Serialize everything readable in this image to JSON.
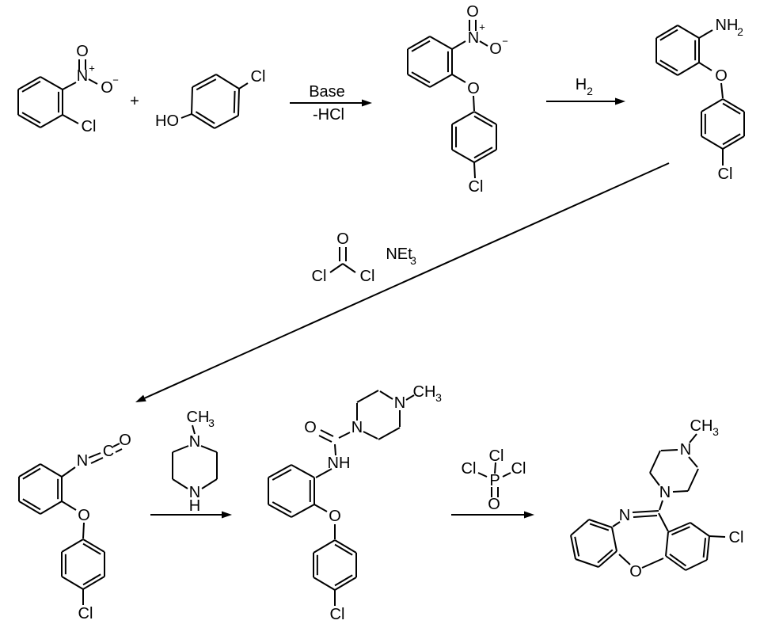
{
  "figure_type": "reaction-scheme",
  "colors": {
    "line": "#000000",
    "background": "#ffffff"
  },
  "reaction": {
    "plus": "+",
    "step1": {
      "above": "Base",
      "below": "-HCl"
    },
    "step2": {
      "reagent": "H",
      "reagent_sub": "2"
    },
    "step3": {
      "amine": "NEt",
      "amine_sub": "3"
    }
  },
  "molecules": {
    "chloronitrobenzene": {
      "o_top": "O",
      "plus": "+",
      "n": "N",
      "o_minus": "O",
      "minus": "−",
      "cl": "Cl"
    },
    "chlorophenol": {
      "ho": "HO",
      "cl": "Cl"
    },
    "nitrophenyl_ether": {
      "o_top": "O",
      "plus": "+",
      "n": "N",
      "o_minus": "O",
      "minus": "−",
      "o_ether": "O",
      "cl": "Cl"
    },
    "aniline_ether": {
      "nh": "NH",
      "nh_sub": "2",
      "o_ether": "O",
      "cl": "Cl"
    },
    "phosgene": {
      "o": "O",
      "cl_left": "Cl",
      "cl_right": "Cl"
    },
    "isocyanate": {
      "n": "N",
      "c": "C",
      "o": "O",
      "o_ether": "O",
      "cl": "Cl"
    },
    "methylpiperazine": {
      "ch": "CH",
      "ch_sub": "3",
      "n_top": "N",
      "n_bottom": "N",
      "h": "H"
    },
    "urea_intermediate": {
      "ch": "CH",
      "ch_sub": "3",
      "n4": "N",
      "o_carbonyl": "O",
      "n1": "N",
      "nh": "NH",
      "o_ether": "O",
      "cl": "Cl"
    },
    "pocl3": {
      "cl_top": "Cl",
      "cl_left": "Cl",
      "cl_right": "Cl",
      "p": "P",
      "o": "O"
    },
    "loxapine": {
      "ch": "CH",
      "ch_sub": "3",
      "n4": "N",
      "n1": "N",
      "n5": "N",
      "o": "O",
      "cl": "Cl"
    }
  }
}
